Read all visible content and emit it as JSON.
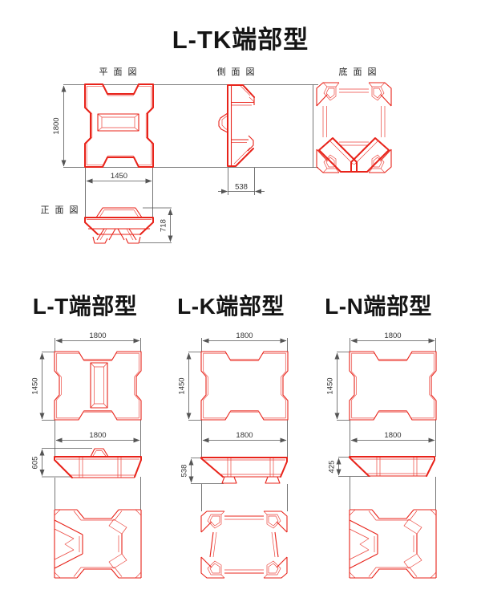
{
  "colors": {
    "red": "#e8231a",
    "dim": "#555555",
    "text": "#151515"
  },
  "main_title": "L-TK端部型",
  "ltk": {
    "view_labels": {
      "plan": "平 面 図",
      "side": "側 面 図",
      "bottom": "底 面 図",
      "front": "正 面 図"
    },
    "dims": {
      "plan_height": "1800",
      "plan_width": "1450",
      "side_width": "538",
      "front_height": "718"
    }
  },
  "sections": [
    {
      "title": "L-T端部型",
      "dims": {
        "top_width": "1800",
        "plan_height": "1450",
        "bottom_width": "1800",
        "front_height": "605"
      }
    },
    {
      "title": "L-K端部型",
      "dims": {
        "top_width": "1800",
        "plan_height": "1450",
        "bottom_width": "1800",
        "front_height": "538"
      }
    },
    {
      "title": "L-N端部型",
      "dims": {
        "top_width": "1800",
        "plan_height": "1450",
        "bottom_width": "1800",
        "front_height": "425"
      }
    }
  ]
}
